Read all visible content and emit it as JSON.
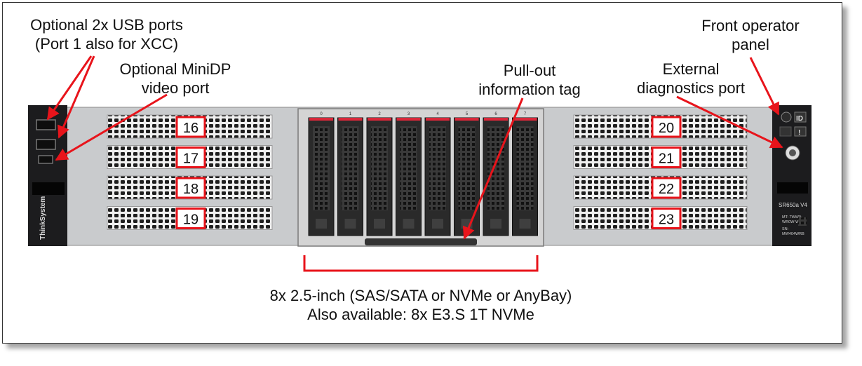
{
  "callouts": {
    "usb": [
      "Optional 2x USB ports",
      "(Port 1 also for XCC)"
    ],
    "minidp": [
      "Optional MiniDP",
      "video port"
    ],
    "pullout": [
      "Pull-out",
      "information tag"
    ],
    "diag": [
      "External",
      "diagnostics port"
    ],
    "operator": [
      "Front operator",
      "panel"
    ]
  },
  "bays_left": [
    "16",
    "17",
    "18",
    "19"
  ],
  "bays_right": [
    "20",
    "21",
    "22",
    "23"
  ],
  "drive_numbers": [
    "0",
    "1",
    "2",
    "3",
    "4",
    "5",
    "6",
    "7"
  ],
  "caption": [
    "8x 2.5-inch (SAS/SATA or NVMe or AnyBay)",
    "Also available: 8x E3.S 1T NVMe"
  ],
  "chassis": {
    "brand": "ThinkSystem",
    "model": "SR650a V4",
    "tag_lines": [
      "MT: 7WW0-",
      "WR0W-WW",
      "SN:",
      "MW404WRB"
    ],
    "id_button": "ID"
  },
  "colors": {
    "callout": "#e8141b",
    "bezel": "#1c1c1e",
    "chassis": "#c9cbcd",
    "grille": "#2a2a2a",
    "drive_latch": "#d9283a"
  }
}
